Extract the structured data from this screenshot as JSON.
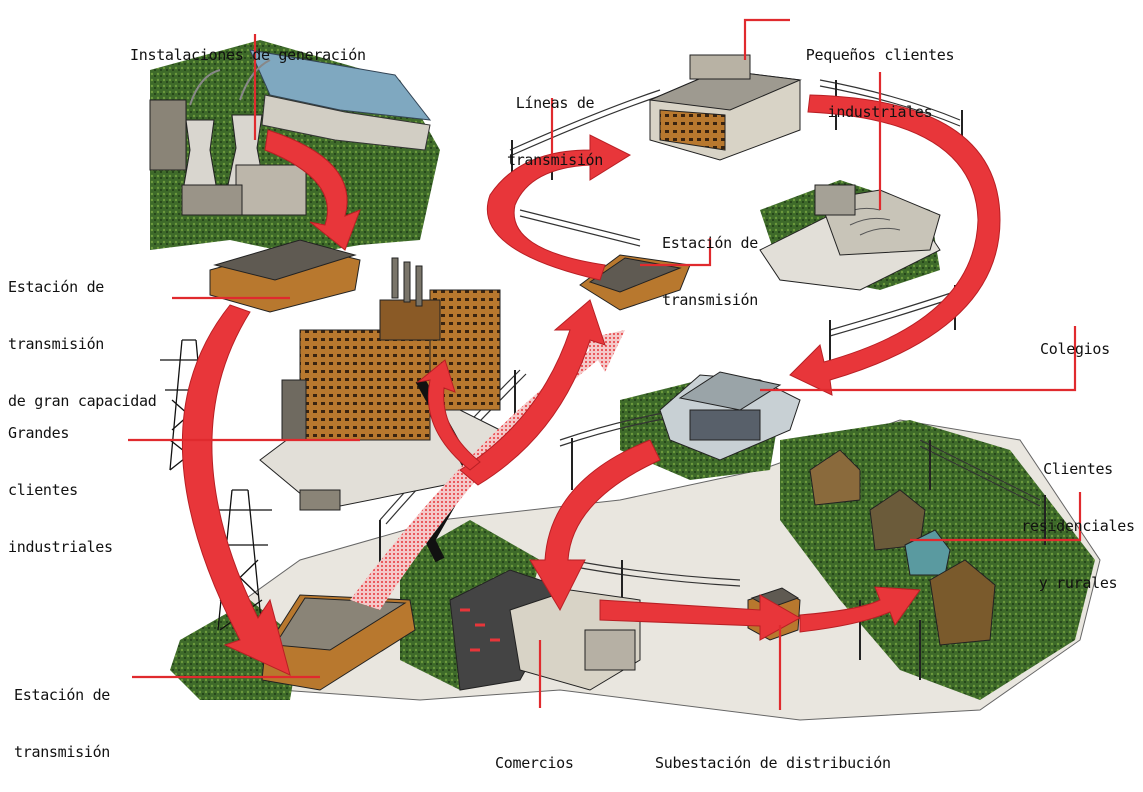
{
  "labels": {
    "generation": [
      "Instalaciones de generación"
    ],
    "transmission_lines": [
      "Líneas de",
      "transmisión"
    ],
    "small_industrial": [
      "Pequeños clientes",
      "industriales"
    ],
    "transmission_station_top": [
      "Estación de",
      "transmisión"
    ],
    "bulk_station": [
      "Estación de",
      "transmisión",
      "de gran capacidad"
    ],
    "large_industrial": [
      "Grandes",
      "clientes",
      "industriales"
    ],
    "schools": [
      "Colegios"
    ],
    "residential": [
      "Clientes",
      "residenciales",
      "y rurales"
    ],
    "transmission_station_bottom": [
      "Estación de",
      "transmisión"
    ],
    "commerce": [
      "Comercios"
    ],
    "distribution_substation": [
      "Subestación de distribución"
    ]
  },
  "colors": {
    "arrow": "#e8363a",
    "arrow_dark": "#b81f24",
    "leader": "#e02a2e",
    "building": "#b8782e",
    "building_dark": "#5a3a14",
    "roof_light": "#c8c4b8",
    "grass": "#3e6a2a",
    "water": "#7fa8c0",
    "ground": "#e9e6df"
  }
}
